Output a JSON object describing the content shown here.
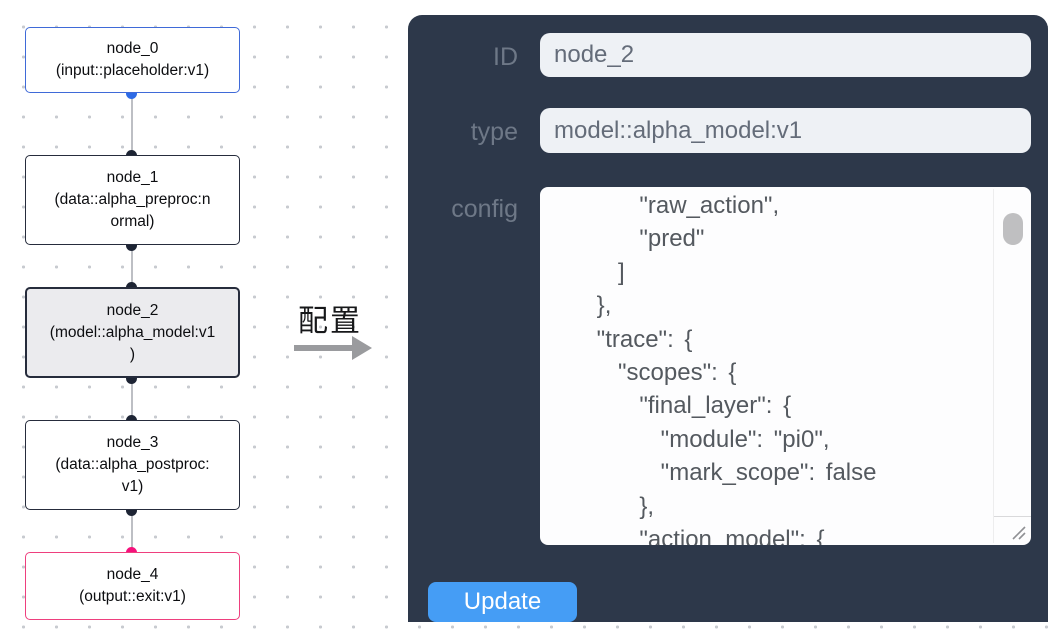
{
  "canvas": {
    "nodes": [
      {
        "title": "node_0",
        "subtitle": "(input::placeholder:v1)",
        "kind": "input",
        "selected": false
      },
      {
        "title": "node_1",
        "subtitle": "(data::alpha_preproc:n\normal)",
        "kind": "data",
        "selected": false
      },
      {
        "title": "node_2",
        "subtitle": "(model::alpha_model:v1\n)",
        "kind": "model",
        "selected": true
      },
      {
        "title": "node_3",
        "subtitle": "(data::alpha_postproc:\nv1)",
        "kind": "data",
        "selected": false
      },
      {
        "title": "node_4",
        "subtitle": "(output::exit:v1)",
        "kind": "output",
        "selected": false
      }
    ]
  },
  "arrow": {
    "label": "配置"
  },
  "panel": {
    "fields": [
      {
        "label": "ID",
        "value": "node_2"
      },
      {
        "label": "type",
        "value": "model::alpha_model:v1"
      }
    ],
    "config_label": "config",
    "config_value": "        \"raw_action\",\n        \"pred\"\n      ]\n    },\n    \"trace\": {\n      \"scopes\": {\n        \"final_layer\": {\n          \"module\": \"pi0\",\n          \"mark_scope\": false\n        },\n        \"action_model\": {",
    "update_label": "Update"
  },
  "colors": {
    "panel_bg": "#2d384a",
    "button_blue": "#459df5",
    "node_input_border": "#3f6ad8",
    "node_output_border": "#ee3f7e",
    "port_blue": "#2e6be6",
    "port_pink": "#f5117c",
    "port_dark": "#1d2434",
    "selected_node_bg": "#ebebee",
    "input_field_bg": "#eef1f5"
  }
}
